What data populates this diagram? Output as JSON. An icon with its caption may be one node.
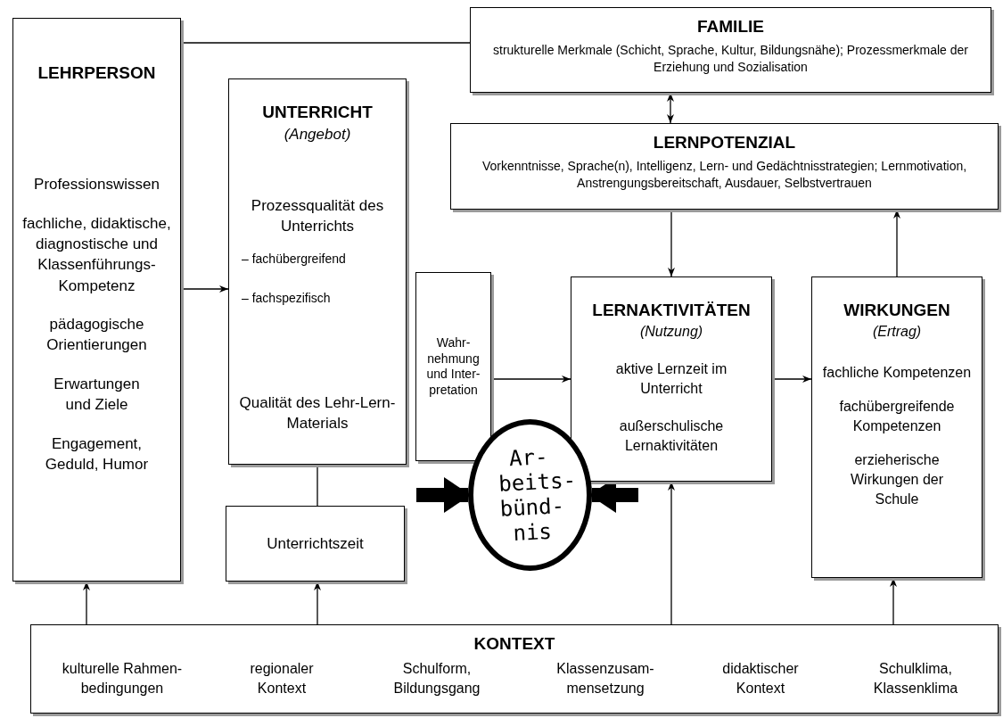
{
  "diagram": {
    "nodes": [
      {
        "text": [
          "LEHRPERSON",
          "Professionswissen",
          "fachliche, didaktische, diagnostische und Klassenführungs-Kompetenz",
          "pädagogische Orientierungen",
          "Erwartungen und Ziele",
          "Engagement, Geduld, Humor"
        ]
      },
      {
        "text": [
          "FAMILIE",
          "strukturelle Merkmale (Schicht, Sprache, Kultur, Bildungsnähe); Prozessmerkmale der Erziehung und Sozialisation"
        ]
      },
      {
        "text": [
          "UNTERRICHT",
          "(Angebot)",
          "Prozessqualität des Unterrichts",
          "– fachübergreifend",
          "– fachspezifisch",
          "Qualität des Lehr-Lern-Materials"
        ]
      },
      {
        "text": [
          "LERNPOTENZIAL",
          "Vorkenntnisse, Sprache(n), Intelligenz, Lern- und Gedächtnisstrategien; Lernmotivation, Anstrengungsbereitschaft, Ausdauer, Selbstvertrauen"
        ]
      },
      {
        "text": [
          "Wahr- nehmung und Inter- pretation"
        ]
      },
      {
        "text": [
          "LERNAKTIVITÄTEN",
          "(Nutzung)",
          "aktive Lernzeit im Unterricht",
          "außerschulische Lernaktivitäten"
        ]
      },
      {
        "text": [
          "WIRKUNGEN",
          "(Ertrag)",
          "fachliche Kompetenzen",
          "fachübergreifende Kompetenzen",
          "erzieherische Wirkungen der Schule"
        ]
      },
      {
        "text": [
          "Unterrichtszeit"
        ]
      },
      {
        "text": [
          "KONTEXT",
          "kulturelle Rahmen- bedingungen",
          "regionaler Kontext",
          "Schulform, Bildungsgang",
          "Klassenzusam- mensetzung",
          "didaktischer Kontext",
          "Schulklima, Klassenklima"
        ]
      },
      {
        "text": [
          "Ar- beits- bünd- nis"
        ]
      }
    ],
    "edges": [
      {
        "from": 0,
        "to": 1,
        "arrow": "none"
      },
      {
        "from": 0,
        "to": 2,
        "arrow": "to"
      },
      {
        "from": 1,
        "to": 3,
        "arrow": "both"
      },
      {
        "from": 3,
        "to": 5,
        "arrow": "to"
      },
      {
        "from": 6,
        "to": 3,
        "arrow": "to"
      },
      {
        "from": 4,
        "to": 5,
        "arrow": "to"
      },
      {
        "from": 5,
        "to": 6,
        "arrow": "to"
      },
      {
        "from": 2,
        "to": 7,
        "arrow": "none"
      },
      {
        "from": 8,
        "to": 0,
        "arrow": "to"
      },
      {
        "from": 8,
        "to": 7,
        "arrow": "to"
      },
      {
        "from": 8,
        "to": 5,
        "arrow": "to"
      },
      {
        "from": 8,
        "to": 6,
        "arrow": "to"
      },
      {
        "from": null,
        "to": 9,
        "arrow": "to",
        "style": "thick"
      },
      {
        "from": null,
        "to": 9,
        "arrow": "to",
        "style": "thick"
      }
    ]
  }
}
